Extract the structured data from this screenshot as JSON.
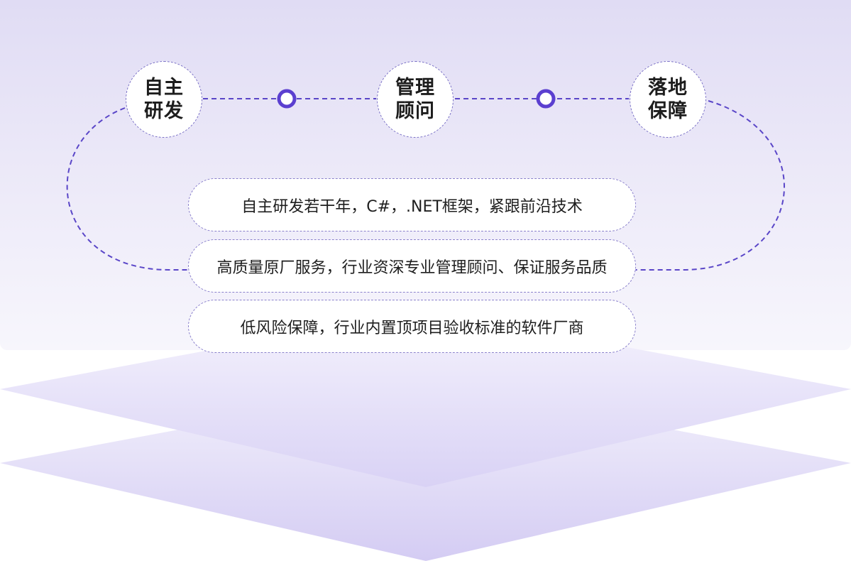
{
  "stages": [
    {
      "label": "自主研发"
    },
    {
      "label": "管理顾问"
    },
    {
      "label": "落地保障"
    }
  ],
  "features": [
    {
      "text": "自主研发若干年，C#，.NET框架，紧跟前沿技术"
    },
    {
      "text": "高质量原厂服务，行业资深专业管理顾问、保证服务品质"
    },
    {
      "text": "低风险保障，行业内置顶项目验收标准的软件厂商"
    }
  ],
  "colors": {
    "accent": "#5b3fd0",
    "dashed_line": "#5a46c8",
    "background_top": "#e0dcf4",
    "layer": "#ece9fa"
  }
}
